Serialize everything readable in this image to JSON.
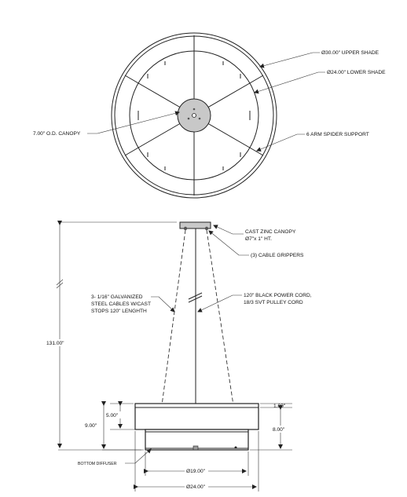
{
  "plan_view": {
    "upper_shade": "Ø30.00\" UPPER SHADE",
    "lower_shade": "Ø24.00\" LOWER SHADE",
    "canopy": "7.00\" O.D. CANOPY",
    "spider": "6 ARM SPIDER  SUPPORT"
  },
  "elevation": {
    "canopy_line1": "CAST ZINC CANOPY",
    "canopy_line2": "Ø7\"x 1\" HT.",
    "grippers": "(3) CABLE GRIPPERS",
    "cables_line1": "3- 1/16\" GALVANIZED",
    "cables_line2": "STEEL CABLES W/CAST",
    "cables_line3": "STOPS 120\" LENGHTH",
    "cord_line1": "120\" BLACK POWER CORD,",
    "cord_line2": "18/3 SVT PULLEY CORD",
    "overall_height": "131.00\"",
    "dim_5": "5.00\"",
    "dim_9": "9.00\"",
    "dim_1": "1.00\"",
    "dim_8": "8.00\"",
    "diffuser": "BOTTOM DIFFUSER",
    "dim_19": "Ø19.00\"",
    "dim_24": "Ø24.00\""
  }
}
